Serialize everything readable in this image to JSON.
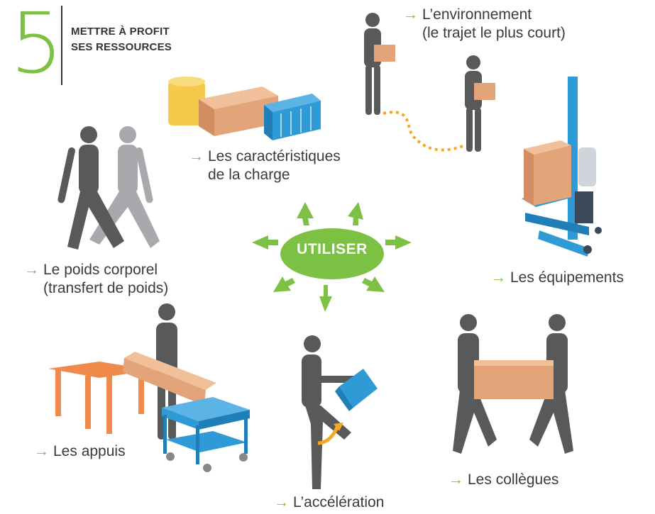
{
  "header": {
    "number": "5",
    "title_line1": "METTRE À PROFIT",
    "title_line2": "SES RESSOURCES"
  },
  "center": {
    "label": "UTILISER"
  },
  "arrow_glyph": "→",
  "labels": {
    "load": [
      "Les caractéristiques",
      "de la charge"
    ],
    "environment": [
      "L’environnement",
      "(le trajet le plus court)"
    ],
    "body_weight": [
      "Le poids corporel",
      "(transfert de poids)"
    ],
    "equipment": [
      "Les équipements"
    ],
    "supports": [
      "Les appuis"
    ],
    "acceleration": [
      "L’accélération"
    ],
    "colleagues": [
      "Les collègues"
    ]
  },
  "colors": {
    "green": "#7cc143",
    "figure_dark": "#58595b",
    "figure_light": "#a7a9ac",
    "box": "#e3a47a",
    "blue": "#2f9bd6",
    "table_orange": "#f08a4b",
    "bucket_yellow": "#f5c94a",
    "path_orange": "#f7a823",
    "text": "#3b3b3b"
  },
  "icons": [
    "person-figure-icon",
    "box-icon",
    "bucket-icon",
    "crate-icon",
    "lift-equipment-icon",
    "table-icon",
    "cart-icon",
    "basket-icon"
  ]
}
